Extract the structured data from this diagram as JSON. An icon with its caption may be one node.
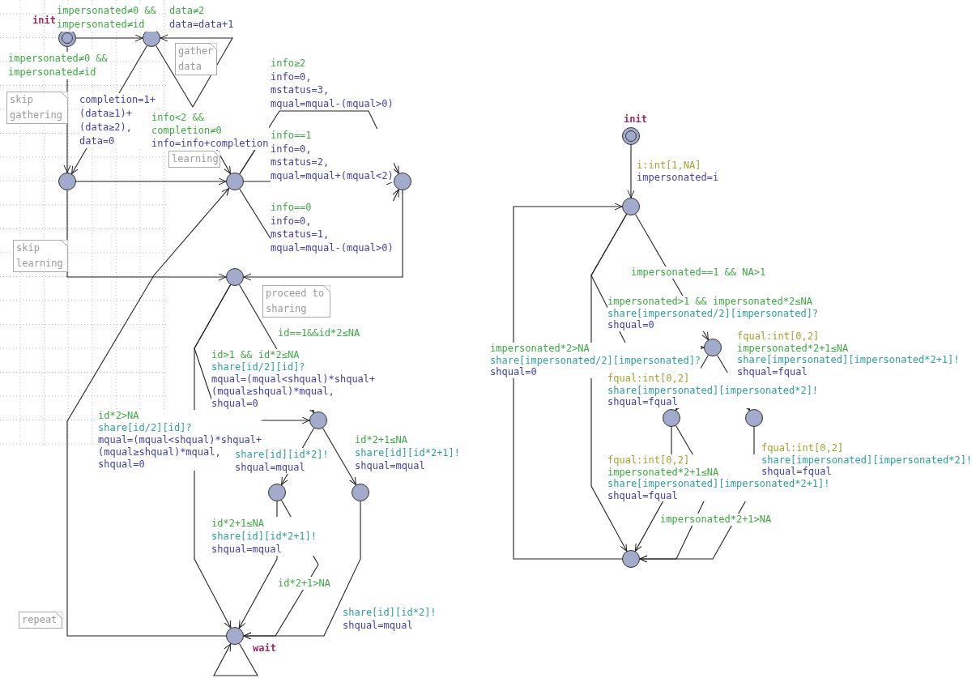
{
  "diagram": {
    "nodes": [
      {
        "text": [],
        "shape": "circle",
        "beside": [
          "init"
        ]
      },
      {
        "text": [],
        "shape": "circle"
      },
      {
        "text": [],
        "shape": "circle"
      },
      {
        "text": [],
        "shape": "circle"
      },
      {
        "text": [],
        "shape": "circle"
      },
      {
        "text": [],
        "shape": "circle"
      },
      {
        "text": [],
        "shape": "circle"
      },
      {
        "text": [],
        "shape": "circle"
      },
      {
        "text": [],
        "shape": "circle"
      },
      {
        "text": [],
        "shape": "circle",
        "beside": [
          "wait"
        ]
      },
      {
        "text": [
          "gather data"
        ]
      },
      {
        "text": [
          "skip gathering"
        ]
      },
      {
        "text": [
          "learning"
        ]
      },
      {
        "text": [
          "skip learning"
        ]
      },
      {
        "text": [
          "proceed to sharing"
        ]
      },
      {
        "text": [
          "repeat"
        ]
      },
      {
        "text": [],
        "shape": "circle",
        "beside": [
          "init"
        ]
      },
      {
        "text": [],
        "shape": "circle"
      },
      {
        "text": [],
        "shape": "circle"
      },
      {
        "text": [],
        "shape": "circle"
      },
      {
        "text": [],
        "shape": "circle"
      },
      {
        "text": [],
        "shape": "circle"
      }
    ],
    "edges": [
      {
        "from": 0,
        "to": 1,
        "arrow": "to",
        "label": "impersonated≠0 && impersonated≠id"
      },
      {
        "from": 1,
        "to": 1,
        "arrow": "to",
        "label": "data≠2 data=data+1"
      },
      {
        "from": 0,
        "to": 2,
        "arrow": "to",
        "label": "impersonated≠0 && impersonated≠id"
      },
      {
        "from": 1,
        "to": 2,
        "arrow": "to",
        "label": "completion=1+ (data≥1)+ (data≥2), data=0"
      },
      {
        "from": 2,
        "to": 3,
        "arrow": "to"
      },
      {
        "from": 3,
        "to": 3,
        "arrow": "to",
        "label": "info<2 && completion≠0 info=info+completion"
      },
      {
        "from": 3,
        "to": 4,
        "arrow": "to",
        "label": "info≥2 info=0, mstatus=3, mqual=mqual-(mqual>0)"
      },
      {
        "from": 3,
        "to": 4,
        "arrow": "to",
        "label": "info==1 info=0, mstatus=2, mqual=mqual+(mqual<2)"
      },
      {
        "from": 3,
        "to": 4,
        "arrow": "to",
        "label": "info==0 info=0, mstatus=1, mqual=mqual-(mqual>0)"
      },
      {
        "from": 2,
        "to": 5,
        "arrow": "to"
      },
      {
        "from": 4,
        "to": 5,
        "arrow": "to"
      },
      {
        "from": 5,
        "to": 6,
        "arrow": "to",
        "label": "id==1&&id*2≤NA"
      },
      {
        "from": 5,
        "to": 6,
        "arrow": "to",
        "label": "id>1 && id*2≤NA share[id/2][id]? mqual=(mqual<shqual)*shqual+ (mqual≥shqual)*mqual, shqual=0"
      },
      {
        "from": 5,
        "to": 9,
        "arrow": "to",
        "label": "id*2>NA share[id/2][id]? mqual=(mqual<shqual)*shqual+ (mqual≥shqual)*mqual, shqual=0"
      },
      {
        "from": 6,
        "to": 7,
        "arrow": "to",
        "label": "share[id][id*2]! shqual=mqual"
      },
      {
        "from": 6,
        "to": 8,
        "arrow": "to",
        "label": "id*2+1≤NA share[id][id*2+1]! shqual=mqual"
      },
      {
        "from": 7,
        "to": 9,
        "arrow": "to",
        "label": "id*2+1≤NA share[id][id*2+1]! shqual=mqual"
      },
      {
        "from": 7,
        "to": 9,
        "arrow": "to",
        "label": "id*2+1>NA"
      },
      {
        "from": 8,
        "to": 9,
        "arrow": "to",
        "label": "share[id][id*2]! shqual=mqual"
      },
      {
        "from": 9,
        "to": 3,
        "arrow": "to"
      },
      {
        "from": 9,
        "to": 9,
        "arrow": "to"
      },
      {
        "from": 16,
        "to": 17,
        "arrow": "to",
        "label": "i:int[1,NA] impersonated=i"
      },
      {
        "from": 17,
        "to": 18,
        "arrow": "to",
        "label": "impersonated==1 && NA>1"
      },
      {
        "from": 17,
        "to": 18,
        "arrow": "to",
        "label": "impersonated>1 && impersonated*2≤NA share[impersonated/2][impersonated]? shqual=0"
      },
      {
        "from": 17,
        "to": 21,
        "arrow": "to",
        "label": "impersonated*2>NA share[impersonated/2][impersonated]? shqual=0"
      },
      {
        "from": 18,
        "to": 19,
        "arrow": "to",
        "label": "fqual:int[0,2] share[impersonated][impersonated*2]! shqual=fqual"
      },
      {
        "from": 18,
        "to": 20,
        "arrow": "to",
        "label": "fqual:int[0,2] impersonated*2+1≤NA share[impersonated][impersonated*2+1]! shqual=fqual"
      },
      {
        "from": 19,
        "to": 21,
        "arrow": "to",
        "label": "fqual:int[0,2] impersonated*2+1≤NA share[impersonated][impersonated*2+1]! shqual=fqual"
      },
      {
        "from": 19,
        "to": 21,
        "arrow": "to",
        "label": "impersonated*2+1>NA"
      },
      {
        "from": 20,
        "to": 21,
        "arrow": "to",
        "label": "fqual:int[0,2] share[impersonated][impersonated*2]! shqual=fqual"
      },
      {
        "from": 21,
        "to": 17,
        "arrow": "to"
      }
    ]
  }
}
